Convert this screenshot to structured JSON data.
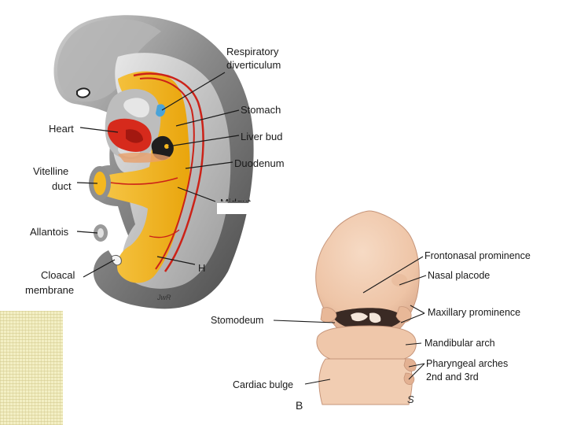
{
  "figure_a": {
    "labels": {
      "respiratory_diverticulum_l1": "Respiratory",
      "respiratory_diverticulum_l2": "diverticulum",
      "stomach": "Stomach",
      "heart": "Heart",
      "liver_bud": "Liver bud",
      "vitelline_duct_l1": "Vitelline",
      "vitelline_duct_l2": "duct",
      "duodenum": "Duodenum",
      "midgut": "Midgut",
      "allantois": "Allantois",
      "hindgut": "H",
      "cloacal_membrane_l1": "Cloacal",
      "cloacal_membrane_l2": "membrane",
      "signature": "JwR"
    },
    "colors": {
      "embryo_outer": "#6e6e6e",
      "embryo_light": "#b8b8b8",
      "gut_yellow": "#f5b820",
      "vessel_red": "#cc2218",
      "heart_red": "#d62a1c"
    }
  },
  "figure_b": {
    "labels": {
      "frontonasal_prominence": "Frontonasal prominence",
      "nasal_placode": "Nasal placode",
      "maxillary_prominence": "Maxillary prominence",
      "stomodeum": "Stomodeum",
      "mandibular_arch": "Mandibular arch",
      "pharyngeal_arches_l1": "Pharyngeal arches",
      "pharyngeal_arches_l2": "2nd and 3rd",
      "cardiac_bulge": "Cardiac bulge",
      "panel_letter": "B",
      "signature": "S"
    },
    "colors": {
      "skin": "#f1cdb2",
      "skin_shadow": "#d9a98c"
    }
  }
}
